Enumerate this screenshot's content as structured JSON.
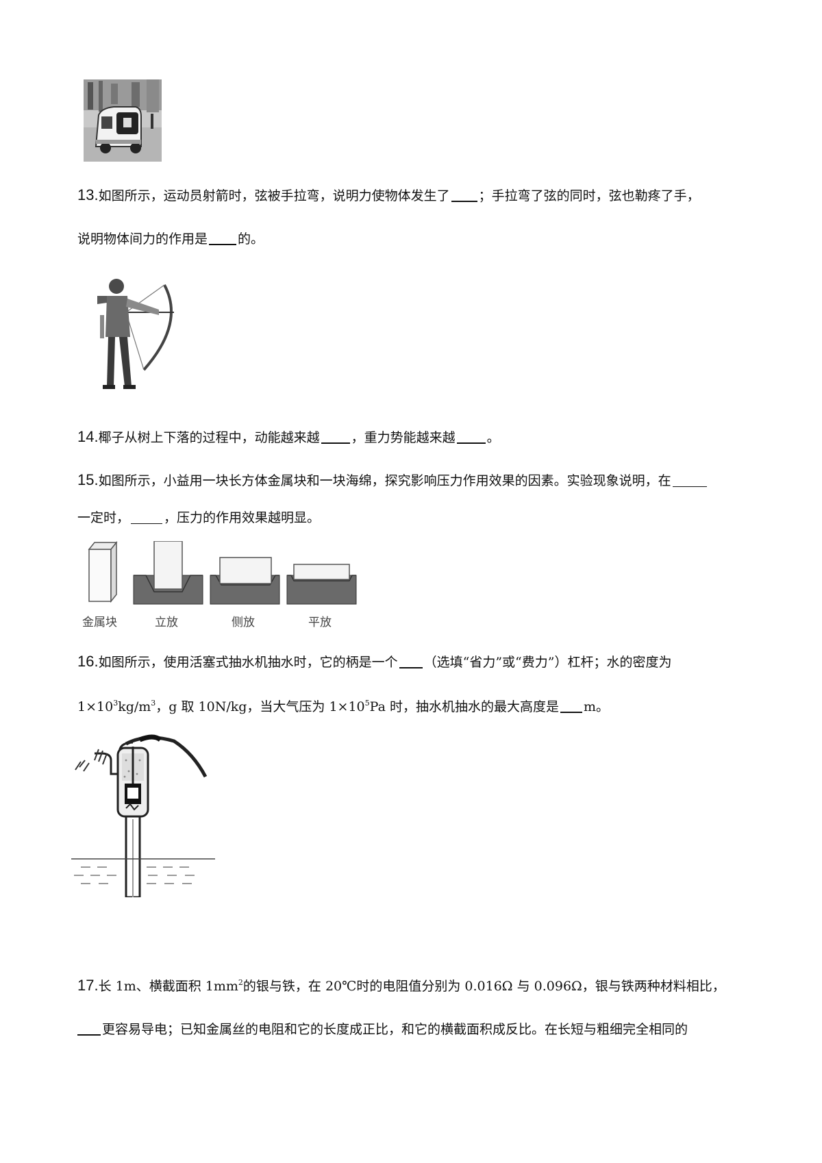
{
  "q13": {
    "num": "13.",
    "t1": "如图所示，运动员射箭时，弦被手拉弯，说明力使物体发生了",
    "t2": "；手拉弯了弦的同时，弦也勒疼了手，",
    "t3": "说明物体间力的作用是",
    "t4": "的。"
  },
  "q14": {
    "num": "14.",
    "t1": "椰子从树上下落的过程中，动能越来越",
    "t2": "，重力势能越来越",
    "t3": "。"
  },
  "q15": {
    "num": "15.",
    "t1": "如图所示，小益用一块长方体金属块和一块海绵，探究影响压力作用效果的因素。实验现象说明，在",
    "t2": "一定时，",
    "t3": "，压力的作用效果越明显。",
    "labels": [
      "金属块",
      "立放",
      "侧放",
      "平放"
    ]
  },
  "q16": {
    "num": "16.",
    "t1": "如图所示，使用活塞式抽水机抽水时，它的柄是一个",
    "t2": "（选填“省力”或“费力”）杠杆；水的密度为",
    "t3a": "1×10",
    "t3b": "3",
    "t3c": "kg/m",
    "t3d": "3",
    "t3e": "，g 取 10N/kg，当大气压为 1×10",
    "t3f": "5",
    "t3g": "Pa 时，抽水机抽水的最大高度是",
    "t3h": "m。"
  },
  "q17": {
    "num": "17.",
    "t1a": "长 1m、横截面积 1mm",
    "t1b": "2",
    "t1c": "的银与铁，在 20℃时的电阻值分别为 0.016Ω 与 0.096Ω，银与铁两种材料相比，",
    "t2": "更容易导电；已知金属丝的电阻和它的长度成正比，和它的横截面积成反比。在长短与粗细完全相同的"
  }
}
